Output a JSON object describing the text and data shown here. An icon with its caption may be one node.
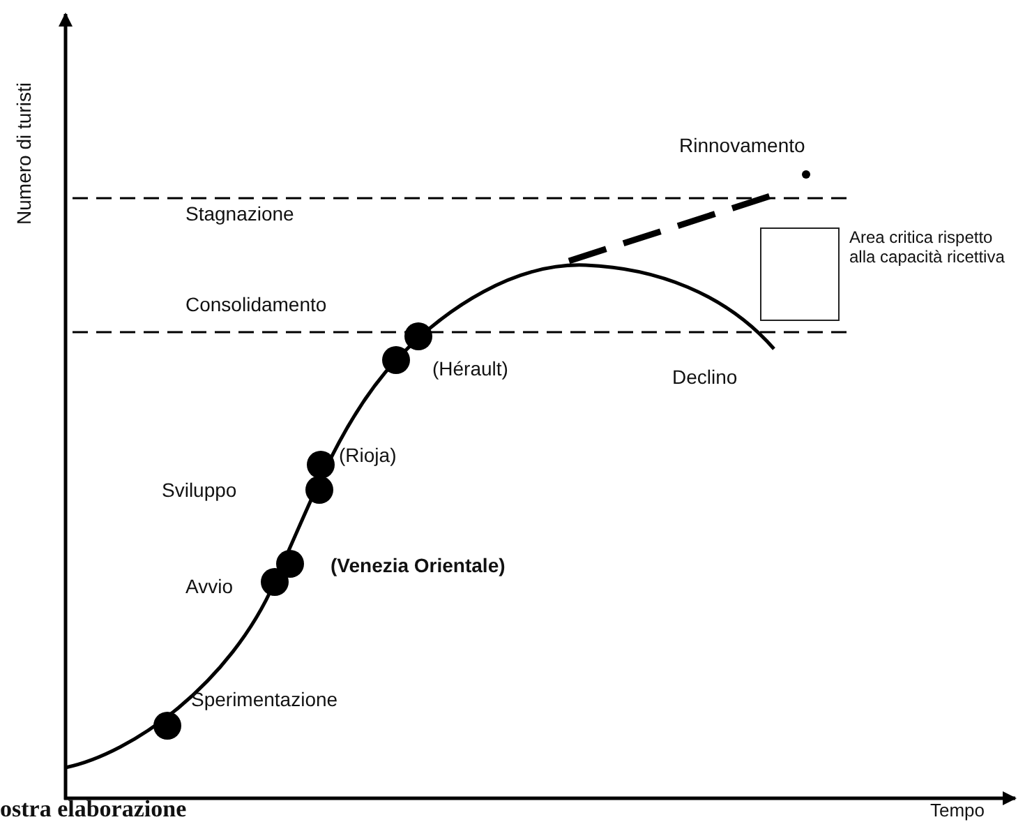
{
  "diagram": {
    "nodes": [
      {
        "text": [],
        "shape": "box",
        "beside": [
          "Area critica rispetto alla capacità ricettiva"
        ]
      }
    ],
    "labels": [
      "Rinnovamento",
      "Numero di turisti",
      "Stagnazione",
      "Consolidamento",
      "Declino",
      "(Hérault)",
      "(Rioja)",
      "Sviluppo",
      "Avvio",
      "(Venezia Orientale)",
      "Sperimentazione",
      "Tempo",
      "ostra elaborazione"
    ]
  }
}
